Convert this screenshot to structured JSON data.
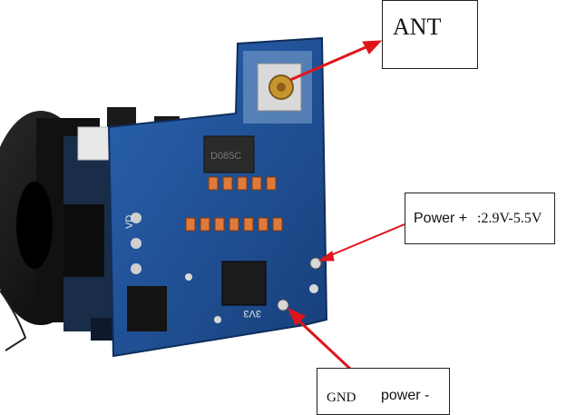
{
  "callouts": {
    "ant": {
      "label": "ANT"
    },
    "power": {
      "label_a": "Power +",
      "label_b": ":2.9V-5.5V"
    },
    "gnd": {
      "label_a": "GND",
      "label_b": "power -"
    }
  },
  "board_markings": {
    "chip": "D085C",
    "pad_3v3": "3V3",
    "pad_vd": "VD"
  },
  "colors": {
    "arrow": "#e0141b",
    "board": "#1f4f93",
    "lens": "#111111"
  }
}
